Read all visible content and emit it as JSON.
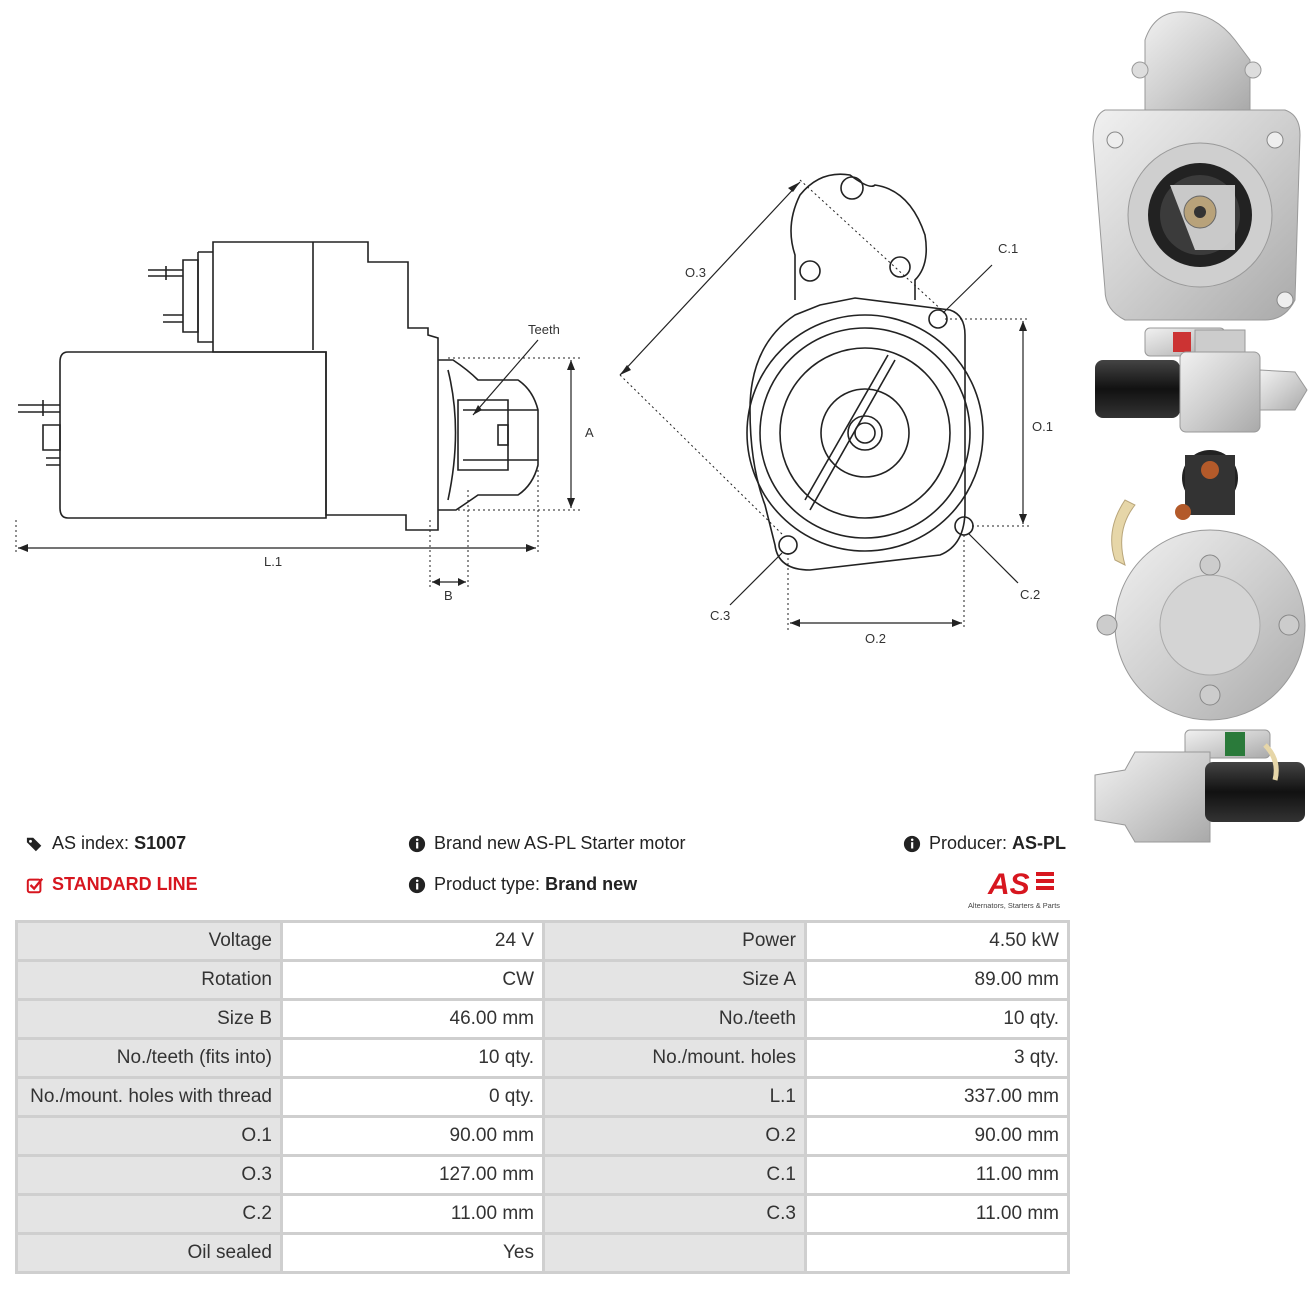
{
  "diagram_labels": {
    "teeth": "Teeth",
    "a": "A",
    "b": "B",
    "l1": "L.1",
    "o1": "O.1",
    "o2": "O.2",
    "o3": "O.3",
    "c1": "C.1",
    "c2": "C.2",
    "c3": "C.3"
  },
  "info": {
    "as_index_label": "AS index:",
    "as_index_value": "S1007",
    "line": "STANDARD LINE",
    "brand_text": "Brand new AS-PL Starter motor",
    "product_type_label": "Product type:",
    "product_type_value": "Brand new",
    "producer_label": "Producer:",
    "producer_value": "AS-PL",
    "logo_text": "AS",
    "logo_tagline": "Alternators, Starters & Parts"
  },
  "specs": [
    [
      "Voltage",
      "24 V",
      "Power",
      "4.50 kW"
    ],
    [
      "Rotation",
      "CW",
      "Size A",
      "89.00 mm"
    ],
    [
      "Size B",
      "46.00 mm",
      "No./teeth",
      "10 qty."
    ],
    [
      "No./teeth (fits into)",
      "10 qty.",
      "No./mount. holes",
      "3 qty."
    ],
    [
      "No./mount. holes with thread",
      "0 qty.",
      "L.1",
      "337.00 mm"
    ],
    [
      "O.1",
      "90.00 mm",
      "O.2",
      "90.00 mm"
    ],
    [
      "O.3",
      "127.00 mm",
      "C.1",
      "11.00 mm"
    ],
    [
      "C.2",
      "11.00 mm",
      "C.3",
      "11.00 mm"
    ],
    [
      "Oil sealed",
      "Yes",
      "",
      ""
    ]
  ],
  "colors": {
    "accent_red": "#d7161f",
    "label_bg": "#e4e4e4",
    "border": "#cfcfcf"
  }
}
